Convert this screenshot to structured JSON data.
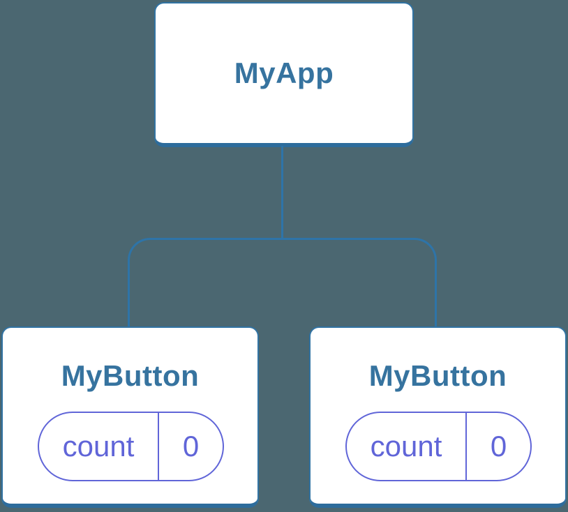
{
  "diagram": {
    "type": "component-tree",
    "root": {
      "label": "MyApp"
    },
    "children": [
      {
        "label": "MyButton",
        "state": {
          "key": "count",
          "value": "0"
        }
      },
      {
        "label": "MyButton",
        "state": {
          "key": "count",
          "value": "0"
        }
      }
    ]
  },
  "colors": {
    "background": "#4b6771",
    "line": "#2e74a8",
    "box-border": "#3173a3",
    "box-bottom": "#2d6c9c",
    "box-fill": "#ffffff",
    "title-text": "#36739f",
    "pill-accent": "#6065d8"
  }
}
